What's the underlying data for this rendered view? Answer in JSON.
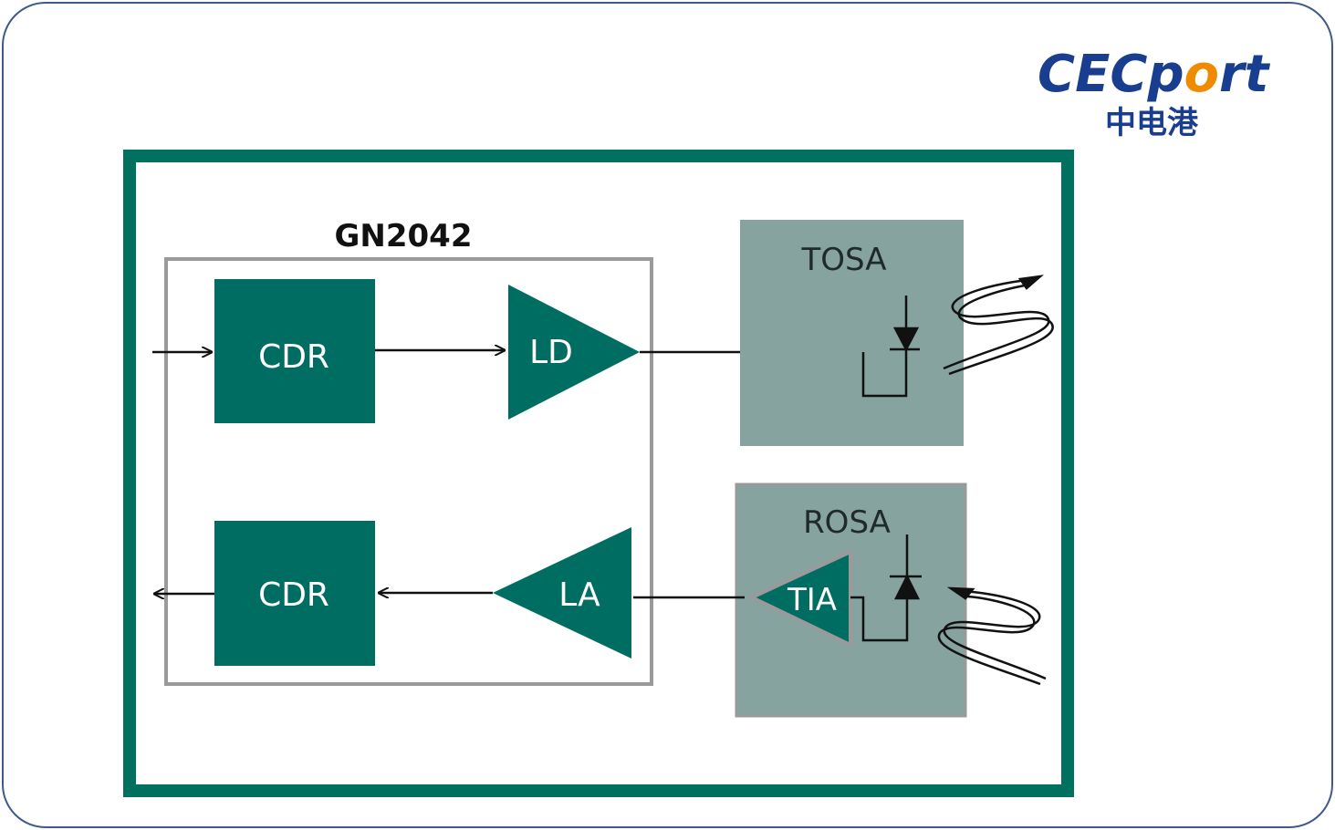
{
  "logo": {
    "text_prefix": "CECp",
    "text_o": "o",
    "text_suffix": "rt",
    "subtitle": "中电港",
    "colors": {
      "brand_blue": "#1a3e8f",
      "brand_orange": "#f08a00"
    }
  },
  "chip": {
    "label": "GN2042"
  },
  "blocks": {
    "cdr_tx": "CDR",
    "ld": "LD",
    "cdr_rx": "CDR",
    "la": "LA",
    "tosa": "TOSA",
    "rosa": "ROSA",
    "tia": "TIA"
  },
  "colors": {
    "module_border": "#00705f",
    "block_fill": "#006d63",
    "assembly_fill": "#86a3a0",
    "chip_border": "#9a9a9a"
  }
}
